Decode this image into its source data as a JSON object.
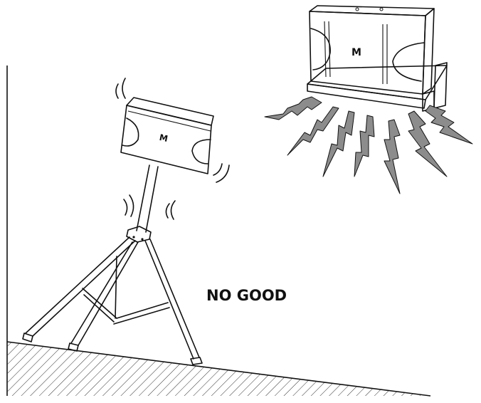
{
  "caption": "NO GOOD",
  "speaker_logo": "M",
  "colors": {
    "line": "#111111",
    "shelf": "#9a9a9a",
    "lightning": "#8c8c8c",
    "background": "#ffffff"
  },
  "icons": [
    "wall-line",
    "sloped-floor-hatch",
    "tripod-stand",
    "tilted-speaker",
    "vibration-marks",
    "wall-mounted-speaker",
    "shelf-bracket",
    "lightning-bolts"
  ]
}
